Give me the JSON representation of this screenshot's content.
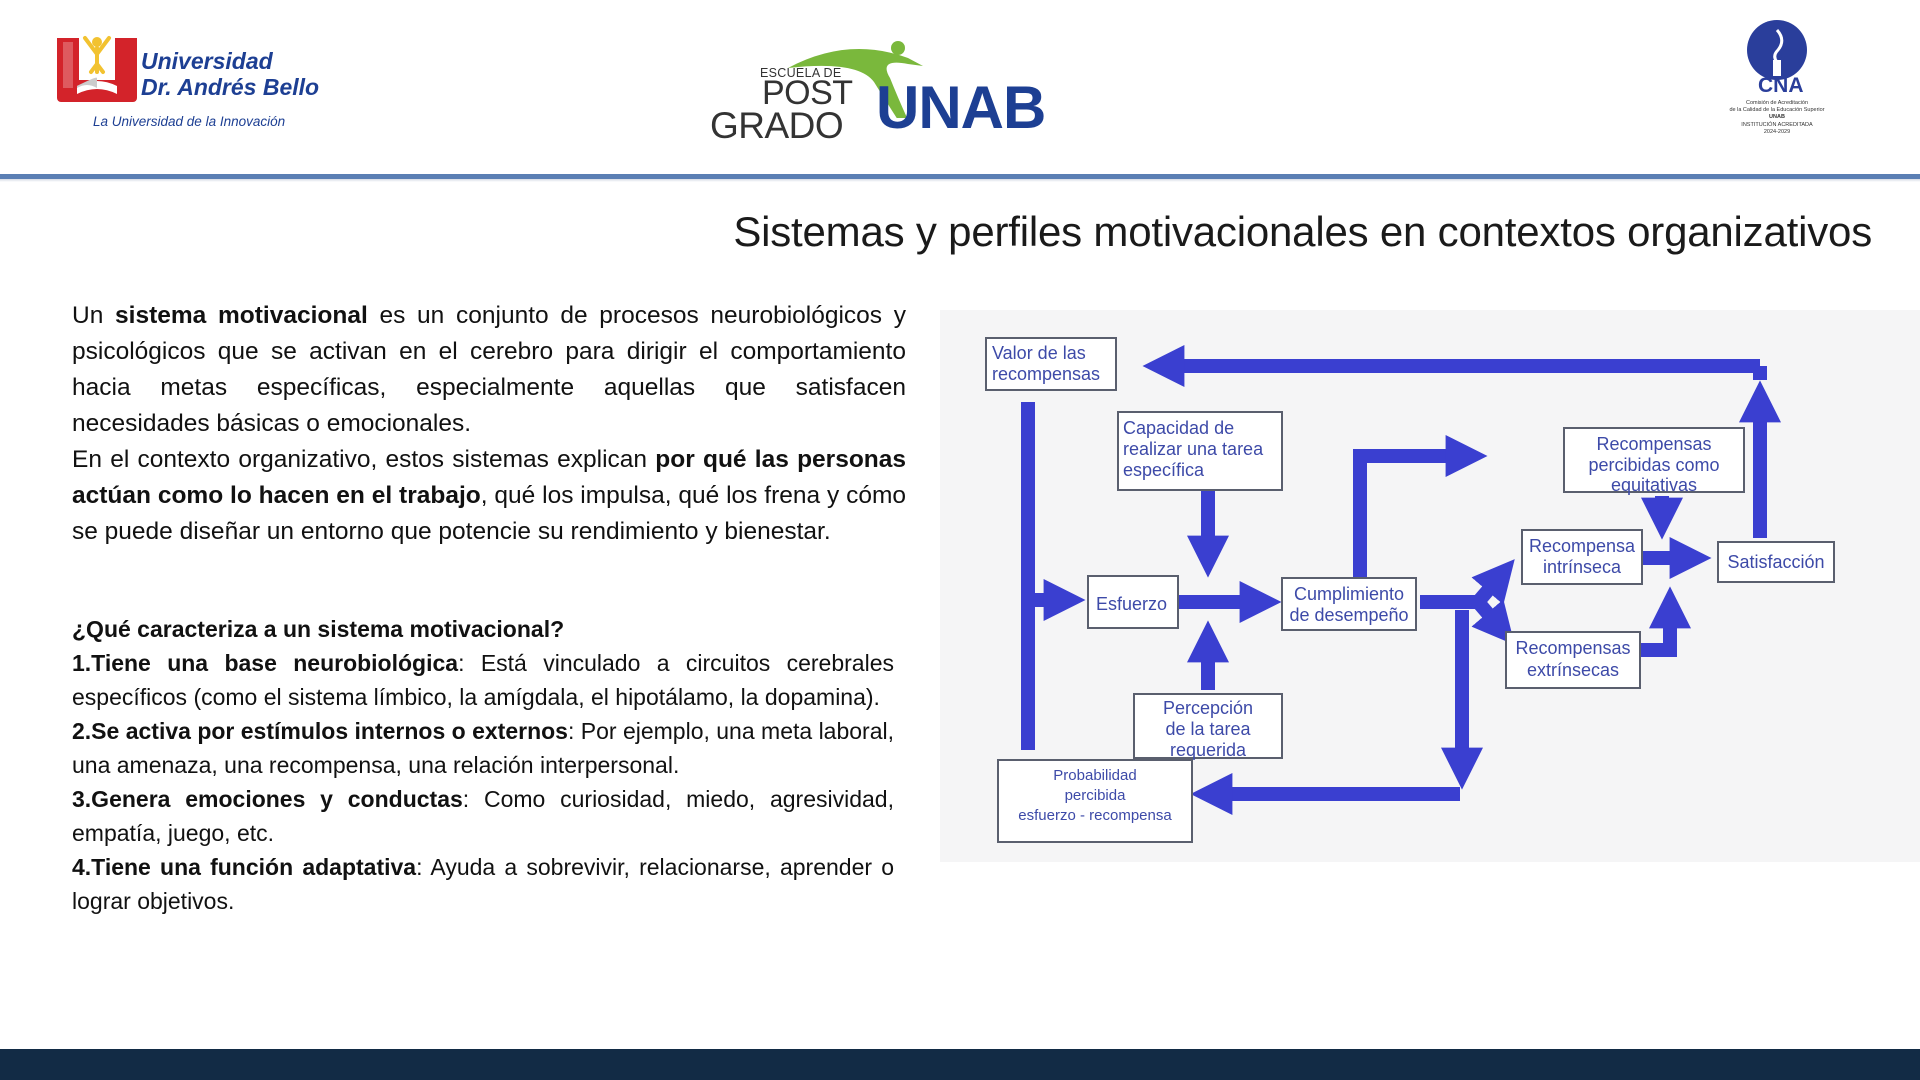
{
  "header": {
    "logo_left": {
      "line1": "Universidad",
      "line2": "Dr. Andrés Bello",
      "tagline": "La Universidad de la Innovación"
    },
    "logo_center": {
      "small": "ESCUELA DE",
      "post": "POST",
      "grado": "GRADO",
      "unab": "UNAB"
    },
    "logo_right": {
      "acronym": "CNA",
      "sub1": "Comisión de Acreditación",
      "sub2": "de la Calidad de la Educación Superior",
      "sub3": "UNAB",
      "sub4": "INSTITUCIÓN ACREDITADA",
      "sub5": "2024-2029"
    }
  },
  "title": "Sistemas y perfiles motivacionales en contextos organizativos",
  "intro": {
    "p1_pre": "Un ",
    "p1_bold": "sistema motivacional",
    "p1_post": " es un conjunto de procesos neurobiológicos y psicológicos que se activan en el cerebro para dirigir el comportamiento hacia metas específicas, especialmente aquellas que satisfacen necesidades básicas o emocionales.",
    "p2_pre": "En el contexto organizativo, estos sistemas explican ",
    "p2_bold": "por qué las personas actúan como lo hacen en el trabajo",
    "p2_post": ", qué los impulsa, qué los frena y cómo se puede diseñar un entorno que potencie su rendimiento y bienestar."
  },
  "features": {
    "question": "¿Qué caracteriza a un sistema motivacional?",
    "items": [
      {
        "bold": "1.Tiene una base neurobiológica",
        "text": ": Está vinculado a circuitos cerebrales específicos (como el sistema límbico, la amígdala, el hipotálamo, la dopamina)."
      },
      {
        "bold": "2.Se activa por estímulos internos o externos",
        "text": ": Por ejemplo, una meta laboral, una amenaza, una recompensa, una relación interpersonal."
      },
      {
        "bold": "3.Genera emociones y conductas",
        "text": ": Como curiosidad, miedo, agresividad, empatía, juego, etc."
      },
      {
        "bold": "4.Tiene una función adaptativa",
        "text": ": Ayuda a sobrevivir, relacionarse, aprender o lograr objetivos."
      }
    ]
  },
  "diagram": {
    "boxes": {
      "valor": [
        "Valor  de  las",
        "recompensas"
      ],
      "capacidad": [
        "Capacidad        de",
        "realizar una tarea",
        "específica"
      ],
      "esfuerzo": [
        "Esfuerzo"
      ],
      "percepcion": [
        "Percepción",
        "de la tarea",
        "requerida"
      ],
      "probabilidad": [
        "Probabilidad",
        "percibida",
        "esfuerzo - recompensa"
      ],
      "cumplimiento": [
        "Cumplimiento",
        "de desempeño"
      ],
      "equitativas": [
        "Recompensas",
        "percibidas como",
        "equitativas"
      ],
      "intrinseca": [
        "Recompensa",
        "intrínseca"
      ],
      "extrinsecas": [
        "Recompensas",
        "extrínsecas"
      ],
      "satisfaccion": [
        "Satisfacción"
      ]
    },
    "colors": {
      "arrow": "#3a3fd0",
      "box_border": "#5a5f6e",
      "label": "#3d4aa8"
    }
  }
}
